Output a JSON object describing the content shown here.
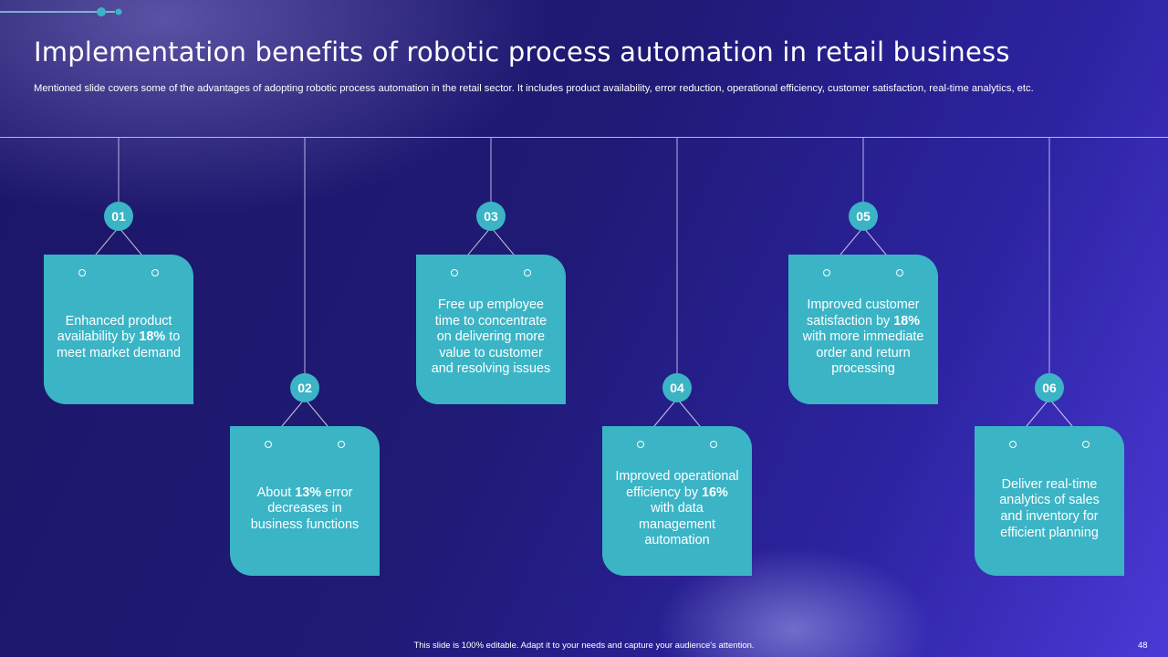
{
  "slide": {
    "title": "Implementation benefits of robotic process automation in retail business",
    "subtitle": "Mentioned slide covers some of the advantages of adopting robotic process automation in the retail sector. It includes product availability, error reduction, operational efficiency, customer satisfaction, real-time analytics, etc.",
    "footer": "This slide is 100% editable. Adapt it to your needs and capture your audience's attention.",
    "page_number": "48"
  },
  "benefits": [
    {
      "number": "01",
      "pre": "Enhanced product availability by ",
      "bold": "18%",
      "post": " to meet market demand"
    },
    {
      "number": "02",
      "pre": "About ",
      "bold": "13%",
      "post": " error decreases in business functions"
    },
    {
      "number": "03",
      "pre": "Free up employee time to concentrate on delivering more value to customer and resolving issues",
      "bold": "",
      "post": ""
    },
    {
      "number": "04",
      "pre": "Improved operational efficiency by ",
      "bold": "16%",
      "post": " with data management automation"
    },
    {
      "number": "05",
      "pre": "Improved customer satisfaction by ",
      "bold": "18%",
      "post": " with more immediate order and return processing"
    },
    {
      "number": "06",
      "pre": "Deliver real-time analytics of sales and inventory for efficient planning",
      "bold": "",
      "post": ""
    }
  ],
  "colors": {
    "accent": "#3bb4c6",
    "background_dark": "#1c1668",
    "background_light": "#4a3ad6",
    "line": "#b8b4e6"
  }
}
